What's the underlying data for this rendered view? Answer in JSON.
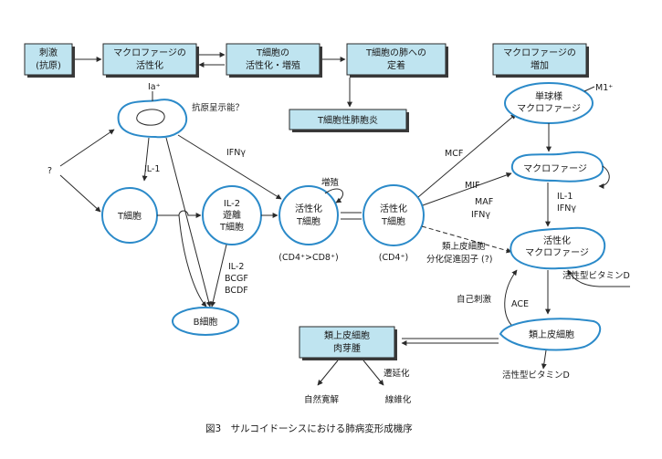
{
  "boxes": {
    "stimulus": [
      "刺激",
      "(抗原)"
    ],
    "macrophage_activation": [
      "マクロファージの",
      "活性化"
    ],
    "tcell_activation": [
      "T細胞の",
      "活性化・増殖"
    ],
    "tcell_settle": [
      "T細胞の肺への",
      "定着"
    ],
    "macrophage_increase": [
      "マクロファージの",
      "増加"
    ],
    "alveolitis": [
      "T細胞性肺胞炎"
    ],
    "granuloma": [
      "類上皮細胞",
      "肉芽腫"
    ]
  },
  "nodes": {
    "ia": "Ia⁺",
    "apc_label": "抗原呈示能？",
    "question": "?",
    "t_cell": "T細胞",
    "il2_cell": [
      "IL-2",
      "遊離",
      "T細胞"
    ],
    "activated_t_cd4cd8": [
      "活性化",
      "T細胞"
    ],
    "activated_t_cd4": [
      "活性化",
      "T細胞"
    ],
    "b_cell": "B細胞",
    "monocyte": [
      "単球様",
      "マクロファージ"
    ],
    "macrophage": "マクロファージ",
    "activated_macrophage": [
      "活性化",
      "マクロファージ"
    ],
    "epithelioid_cell": "類上皮細胞",
    "m1": "M1⁺"
  },
  "labels": {
    "il1_left": "IL-1",
    "ifn_gamma": "IFNγ",
    "proliferation": "増殖",
    "cd4_gt_cd8": "(CD4⁺>CD8⁺)",
    "cd4": "(CD4⁺)",
    "il2_factors": [
      "IL-2",
      "BCGF",
      "BCDF"
    ],
    "mcf": "MCF",
    "mif": "MIF",
    "maf": "MAF",
    "ifn_gamma_right": "IFNγ",
    "il1_ifn": [
      "IL-1",
      "IFNγ"
    ],
    "epithelioid_factor": [
      "類上皮細胞",
      "分化促進因子 (?)"
    ],
    "active_vitd_1": "活性型ビタミンD",
    "self_stim": "自己刺激",
    "ace": "ACE",
    "active_vitd_2": "活性型ビタミンD",
    "chronic": "遷延化",
    "natural_resolution": "自然寛解",
    "fibrosis": "線維化"
  },
  "caption": "図3　サルコイドーシスにおける肺病変形成機序"
}
